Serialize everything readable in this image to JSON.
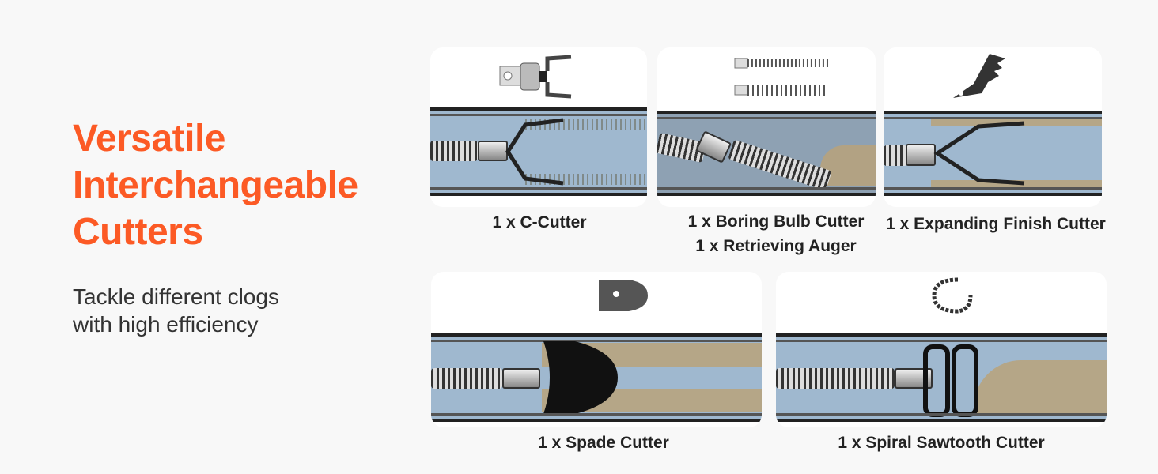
{
  "heading": {
    "lines": [
      "Versatile",
      "Interchangeable",
      "Cutters"
    ]
  },
  "subtitle": {
    "lines": [
      "Tackle different clogs",
      "with high efficiency"
    ]
  },
  "cutters": [
    {
      "labels": [
        "1 x C-Cutter"
      ]
    },
    {
      "labels": [
        "1 x Boring Bulb Cutter",
        "1 x Retrieving Auger"
      ]
    },
    {
      "labels": [
        "1 x Expanding Finish Cutter"
      ]
    },
    {
      "labels": [
        "1 x Spade Cutter"
      ]
    },
    {
      "labels": [
        "1 x Spiral Sawtooth Cutter"
      ]
    }
  ],
  "colors": {
    "accent": "#fc5a25",
    "pipe_water": "#9fb8cf"
  }
}
